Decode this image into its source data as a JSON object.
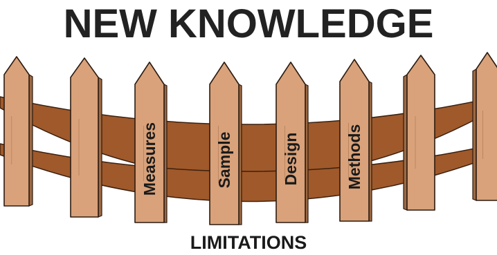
{
  "diagram": {
    "title": "NEW KNOWLEDGE",
    "footer": "LIMITATIONS",
    "pickets": [
      "",
      "",
      "Measures",
      "Sample",
      "Design",
      "Methods",
      "",
      ""
    ],
    "colors": {
      "wood": "#D9A27A",
      "wood_outline": "#2b1a10",
      "wood_shadow": "#9c6a44",
      "rail": "#A0592A",
      "rail_outline": "#3a2010",
      "text": "#1a1a1a"
    }
  }
}
